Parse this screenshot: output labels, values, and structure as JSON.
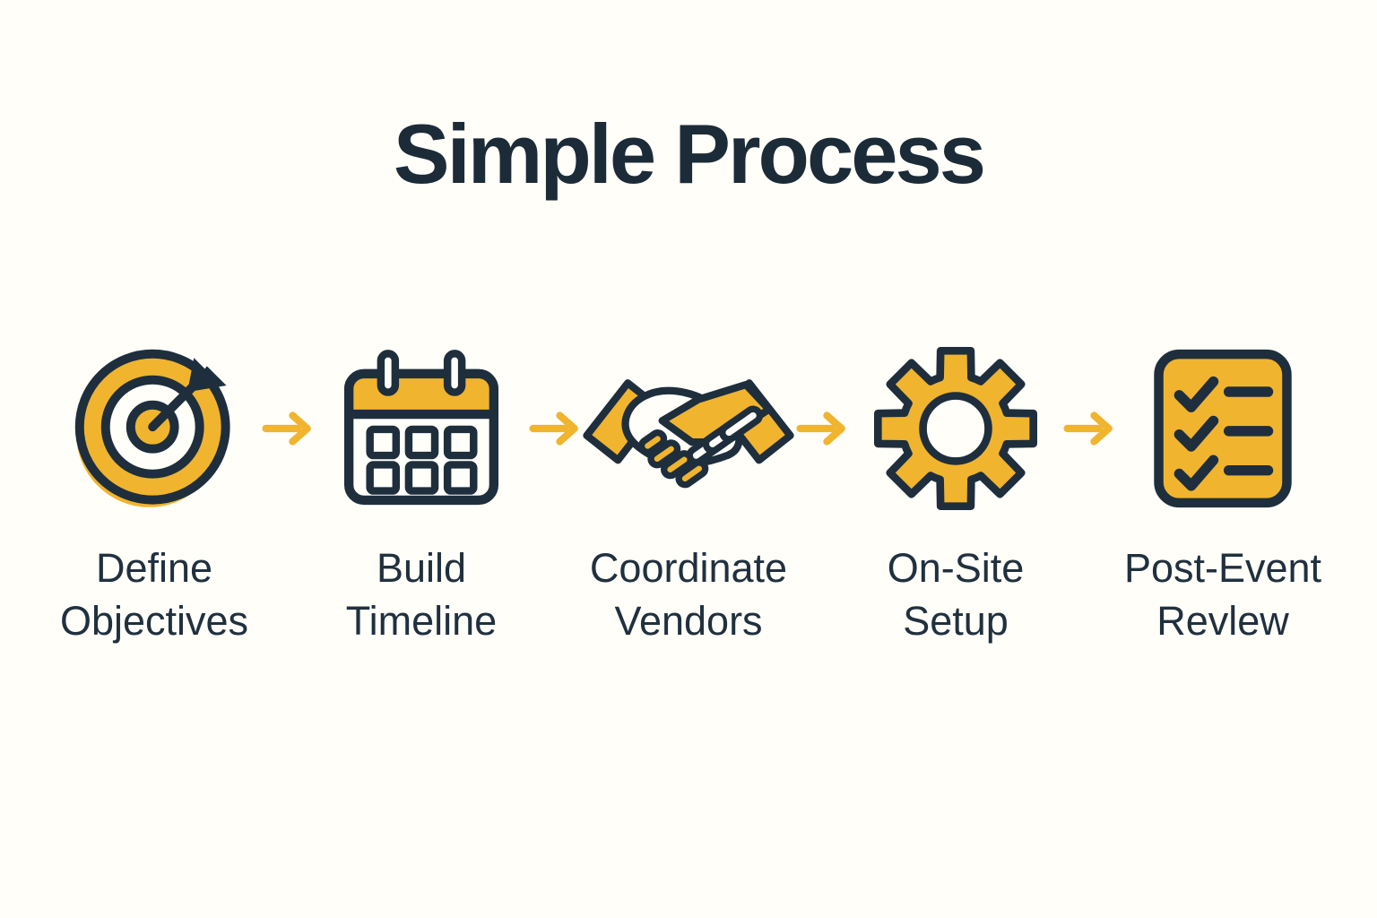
{
  "title": "Simple Process",
  "colors": {
    "accent_yellow": "#F0B42E",
    "ink_navy": "#1E2E3C",
    "background": "#FFFEF9"
  },
  "steps": [
    {
      "icon": "target-icon",
      "lines": [
        "Define",
        "Objectives"
      ]
    },
    {
      "icon": "calendar-icon",
      "lines": [
        "Build",
        "Timeline"
      ]
    },
    {
      "icon": "handshake-icon",
      "lines": [
        "Coordinate",
        "Vendors"
      ]
    },
    {
      "icon": "gear-icon",
      "lines": [
        "On-Site",
        "Setup"
      ]
    },
    {
      "icon": "checklist-icon",
      "lines": [
        "Post-Event",
        "Revlew"
      ]
    }
  ],
  "connector_icon": "arrow-right-icon"
}
